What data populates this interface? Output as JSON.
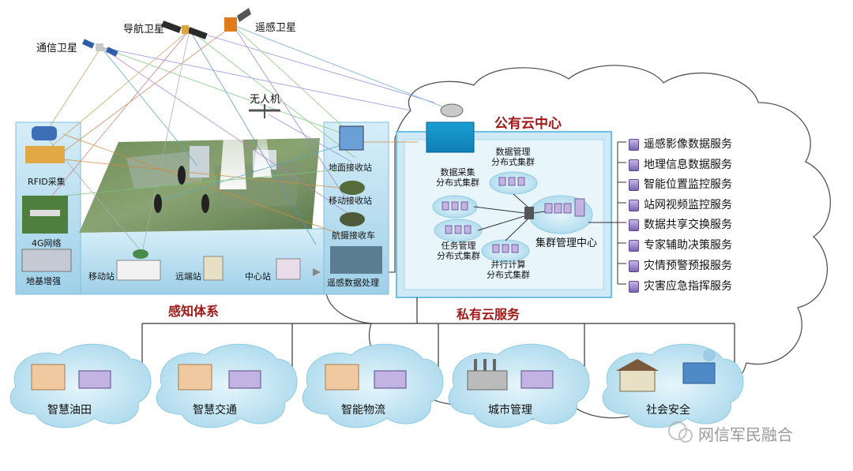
{
  "satellites": {
    "comm": "通信卫星",
    "nav": "导航卫星",
    "remote": "遥感卫星"
  },
  "uav": "无人机",
  "left_panel": {
    "rfid": "RFID采集",
    "net4g": "4G网络",
    "ground_aug": "地基增强"
  },
  "bottom_strip": {
    "mobile_station": "移动站",
    "remote_station": "远端站",
    "center_station": "中心站"
  },
  "right_panel": {
    "ground_rx": "地面接收站",
    "mobile_rx": "移动接收站",
    "air_rx": "航摄接收车",
    "rs_processing": "遥感数据处理"
  },
  "sensing_system": "感知体系",
  "public_cloud": "公有云中心",
  "private_cloud": "私有云服务",
  "cloud_nodes": {
    "data_collect": "数据采集\n分布式集群",
    "data_mgmt": "数据管理\n分布式集群",
    "task_mgmt": "任务管理\n分布式集群",
    "parallel": "并行计算\n分布式集群",
    "cluster_center": "集群管理中心"
  },
  "services": [
    "遥感影像数据服务",
    "地理信息数据服务",
    "智能位置监控服务",
    "站网视频监控服务",
    "数据共享交换服务",
    "专家辅助决策服务",
    "灾情预警预报服务",
    "灾害应急指挥服务"
  ],
  "sectors": [
    "智慧油田",
    "智慧交通",
    "智能物流",
    "城市管理",
    "社会安全"
  ],
  "watermark": "网信军民融合",
  "colors": {
    "accent_red": "#a01818",
    "cloud_blue": "#bfe3f0",
    "panel_blue": "#9fd3ea"
  }
}
